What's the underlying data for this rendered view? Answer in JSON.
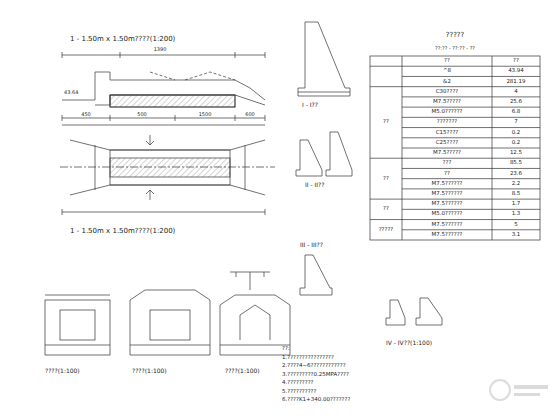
{
  "diagram": {
    "labels": [
      "1 - 1.50m x 1.50m????(1:200)",
      "1 - 1.50m x 1.50m????(1:200)",
      "I - I??",
      "II - II??",
      "III - III??",
      "IV - IV??(1:100)",
      "????(1:100)",
      "????(1:100)",
      "????(1:100)",
      "?????",
      "??:?? - ??:?? - ??",
      "??",
      "??",
      "^8",
      "43.94",
      "&2",
      "281.19",
      "C30????",
      "4",
      "M7.5?????",
      "25.6",
      "M5.0??????",
      "6.8",
      "???????",
      "7",
      "C15????",
      "0.2",
      "C25????",
      "0.2",
      "M7.5?????",
      "12.5",
      "???",
      "85.5",
      "??",
      "23.6",
      "M7.5??????",
      "2.2",
      "M7.5??????",
      "8.5",
      "M7.5??????",
      "1.7",
      "M5.0??????",
      "1.3",
      "M7.5??????",
      "5",
      "M7.5??????",
      "3.1",
      "??",
      "??",
      "??",
      "?????",
      "??:",
      "1.????????????????",
      "2.????4~6????????????",
      "3.?????????0.25MPA????",
      "4.?????????",
      "5.??????????",
      "6.????K1+340.00???????",
      "1390",
      "43.64",
      "450",
      "500",
      "1500",
      "600"
    ]
  }
}
